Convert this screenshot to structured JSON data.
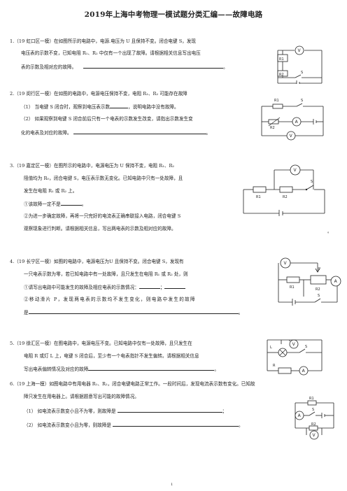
{
  "title": "2019年上海中考物理一模试题分类汇编——故障电路",
  "q1": {
    "l1": "1.（19 虹口区一模）在如图所示的电路中，电源.电压为 U 且保持不变。闭合电键 S，发现",
    "l2": "电压表的示数不变，已知电阻 R₁、R₂ 中仅有一个出现了故障。请根据相关信息写出电压",
    "l3": "表的示数及相对应的故障。",
    "end": "。"
  },
  "q2": {
    "l1": "2.（19 闵行区一模）在如图的电路中，电源电压保持不变，电阻 R₁、R₂ 可能存在故障",
    "l2a": "（1） 当电键 S 闭合时，观察到电压表示数",
    "l2b": "，说明电路中没有故障。",
    "l3": "（2） 如果观察到电键 S 闭合前后只有一个电表的示数发生改变，请指出示数发生变",
    "l4": "化的电表及对应的故障。",
    "end": "。"
  },
  "q3": {
    "l1": "3.（19 嘉定区一模）在图所示的电路中，电源电压为 U 保持不变，电阻 R₁、R₂",
    "l2": "阻值均为 R₀，闭合电键 S，电压表示数无变化。已知电路中只有一处故障，且",
    "l3": "发生在电阻 R₁ 或 R₂ 上。",
    "l4a": "①该故障一定不是",
    "l4b": "。",
    "l5": "②为进一步确定故障，再将一只完好的电流表正确串联接入电路，闭合电键 S",
    "l6": "观察现象进行判断。请根据相关信息，写出两电表的示数及相对应的故障。",
    "dot": "。"
  },
  "q4": {
    "l1": "4.（19 长宁区一模）如图的电路中，电源电压为U 且保持不变。闭合电键 S，发现有",
    "l2": "一只电表示数为零，若已知电路中有一处故障，且只发生在电阻 R₁ 或 R₂ 处，则",
    "l3a": "①请写出电路中可能发生的故障及相应电表的示数情况：",
    "l3b": "；",
    "l4": "②移动滑片 P，发现两电表的示数均不发生变化，则电路中发生的故障",
    "l5": "是",
    "end": "。"
  },
  "q5": {
    "l1": "5.（19 徐汇区一模）在图电路中，电源电压不变。已知电路中仅有一处故障，且只发生在",
    "l2": "电阻 R 或灯 L 上，电键 S 闭合后，至少有一个电表指针不发生偏转。请根据相关信息",
    "l3": "写出电表偏转情况及对应的故障",
    "end": "。"
  },
  "q6": {
    "l1": "6.（19 上海一模）如图电路中有用电器 R₁、R₂，闭合电键电路正常工作。一段时间后，发现电流表示数有变化。已知故",
    "l2": "障只发生在用电器上。请根据题意写出可能的故障情况。",
    "l3": "（1） 如电流表示数变小且不为零，则故障是",
    "l3end": "；",
    "l4": "（2） 如电流表示数变小且为零，则故障是",
    "l4end": "。"
  },
  "circuit_labels": {
    "c1": {
      "v": "V",
      "r1": "R1",
      "r2": "R2",
      "s": "S"
    },
    "c2": {
      "r1": "R1",
      "r2": "R2",
      "s": "S",
      "a": "A",
      "v": "V"
    },
    "c3": {
      "v": "V",
      "s": "S",
      "r1": "R1",
      "r2": "R2"
    },
    "c4": {
      "v": "V",
      "p": "P",
      "r1": "R1",
      "r2": "R2",
      "a": "A",
      "s": "S"
    },
    "c5": {
      "l": "L",
      "v": "V",
      "s": "S",
      "r": "R",
      "a": "A"
    },
    "c6": {
      "r1": "R1",
      "a": "A",
      "s": "S",
      "r2": "R2",
      "v": "V"
    }
  },
  "page_number": "1"
}
